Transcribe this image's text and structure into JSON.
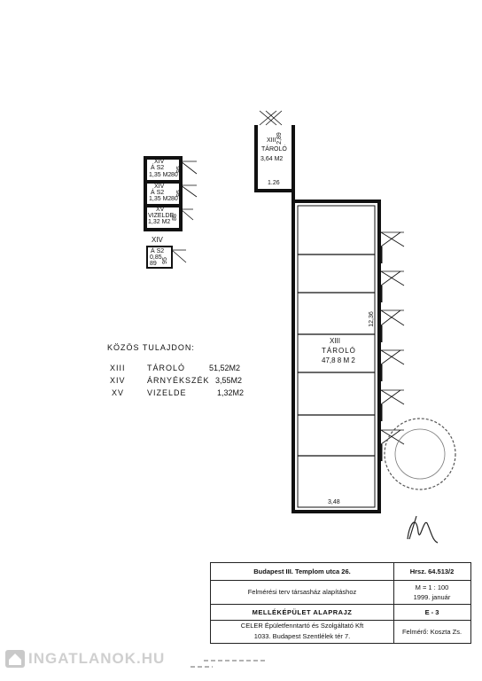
{
  "rooms": {
    "r1": {
      "code": "XIV",
      "line1": "Á S2",
      "line2": "1,35 M2",
      "h": "80",
      "w": "95"
    },
    "r2": {
      "code": "XIV",
      "line1": "Á S2",
      "line2": "1,35 M2",
      "h": "80",
      "w": "95"
    },
    "r3": {
      "code": "XV",
      "line1": "VIZELDE",
      "line2": "1,32 M2",
      "h": "88"
    },
    "r4": {
      "code": "XIV",
      "line1": "Á S2",
      "line2": "0,85",
      "line3": "89",
      "w": "95"
    },
    "storage_small": {
      "code": "XIII",
      "label": "TÁROLÓ",
      "area": "3,64 M2",
      "w": "1.26",
      "h": "2,89"
    },
    "storage_large": {
      "code": "XIII",
      "label": "TÁROLÓ",
      "area": "47,8 8 M 2",
      "w": "3,48",
      "h": "12,36"
    }
  },
  "legend": {
    "title": "KÖZÖS TULAJDON:",
    "rows": [
      {
        "code": "XIII",
        "name": "TÁROLÓ",
        "area": "51,52M2"
      },
      {
        "code": "XIV",
        "name": "ÁRNYÉKSZÉK",
        "area": "3,55M2"
      },
      {
        "code": "XV",
        "name": "VIZELDE",
        "area": "1,32M2"
      }
    ]
  },
  "titleblock": {
    "address": "Budapest III. Templom utca 26.",
    "hrsz": "Hrsz. 64.513/2",
    "purpose": "Felmérési terv társasház alapításhoz",
    "scale": "M = 1 : 100",
    "date": "1999. január",
    "title": "MELLÉKÉPÜLET ALAPRAJZ",
    "sheet": "E - 3",
    "company": "CELER Épületfenntartó és Szolgáltató Kft",
    "company_addr": "1033. Budapest Szentlélek tér 7.",
    "surveyor": "Felmérő: Koszta Zs."
  },
  "watermark": {
    "text": "INGATLANOK.HU"
  }
}
